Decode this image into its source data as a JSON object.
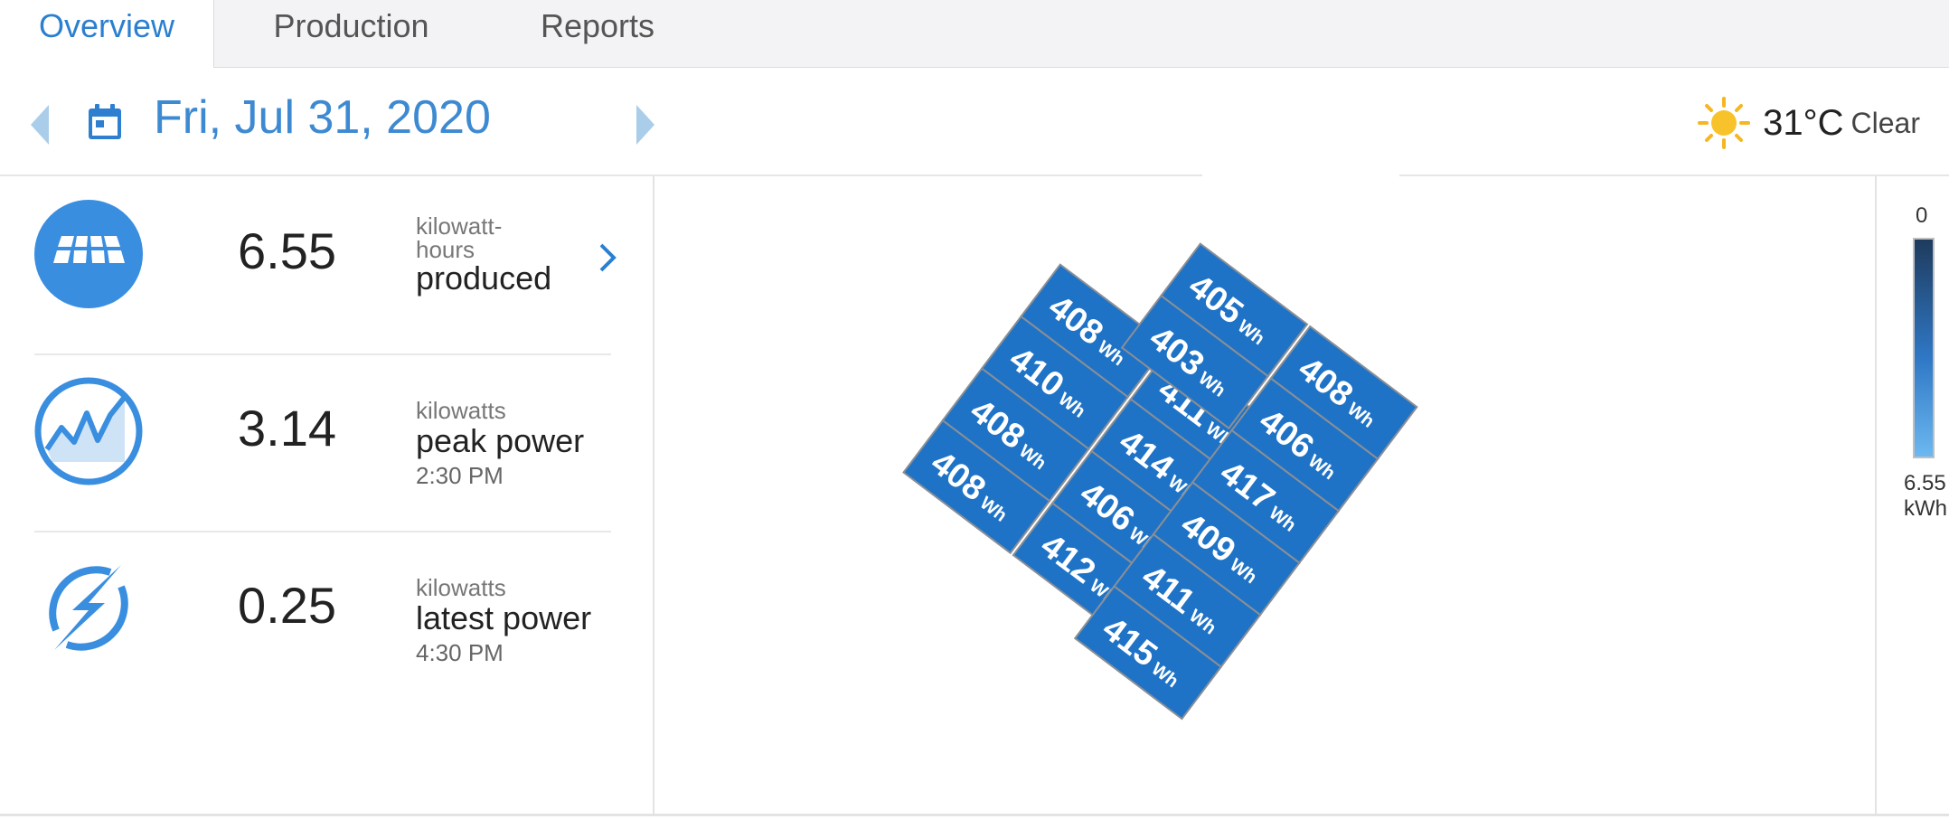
{
  "tabs": [
    {
      "label": "Overview",
      "active": true
    },
    {
      "label": "Production",
      "active": false
    },
    {
      "label": "Reports",
      "active": false
    }
  ],
  "date": {
    "label": "Fri, Jul 31, 2020"
  },
  "weather": {
    "temperature": "31°C",
    "condition": "Clear",
    "icon": "sun-icon"
  },
  "stats": [
    {
      "icon": "solar-panel-icon",
      "value": "6.55",
      "unit_small": "kilowatt-hours",
      "unit_small_line1": "kilowatt-",
      "unit_small_line2": "hours",
      "label": "produced",
      "time": ""
    },
    {
      "icon": "peak-power-graph-icon",
      "value": "3.14",
      "unit_small": "kilowatts",
      "label": "peak power",
      "time": "2:30 PM"
    },
    {
      "icon": "lightning-icon",
      "value": "0.25",
      "unit_small": "kilowatts",
      "label": "latest power",
      "time": "4:30 PM"
    }
  ],
  "panels": {
    "unit": "Wh",
    "left_group": [
      {
        "row": 0,
        "col": 0,
        "value": "408"
      },
      {
        "row": 1,
        "col": 0,
        "value": "410"
      },
      {
        "row": 2,
        "col": 0,
        "value": "408"
      },
      {
        "row": 3,
        "col": 0,
        "value": "408"
      },
      {
        "row": 0,
        "col": 1,
        "value": "411"
      },
      {
        "row": 1,
        "col": 1,
        "value": "414"
      },
      {
        "row": 2,
        "col": 1,
        "value": "406"
      },
      {
        "row": 3,
        "col": 1,
        "value": "412"
      }
    ],
    "right_group": [
      {
        "row": 0,
        "col": 0,
        "value": "405"
      },
      {
        "row": 1,
        "col": 0,
        "value": "403"
      },
      {
        "row": 0,
        "col": 1,
        "value": "408"
      },
      {
        "row": 1,
        "col": 1,
        "value": "406"
      },
      {
        "row": 2,
        "col": 1,
        "value": "417"
      },
      {
        "row": 3,
        "col": 1,
        "value": "409"
      },
      {
        "row": 4,
        "col": 1,
        "value": "411"
      },
      {
        "row": 5,
        "col": 1,
        "value": "415"
      }
    ]
  },
  "scale": {
    "top_label": "0",
    "bottom_value": "6.55",
    "bottom_unit": "kWh"
  },
  "colors": {
    "accent": "#2b7fd0",
    "panel": "#1f73c6",
    "panel_dark": "#1a5fa8"
  }
}
